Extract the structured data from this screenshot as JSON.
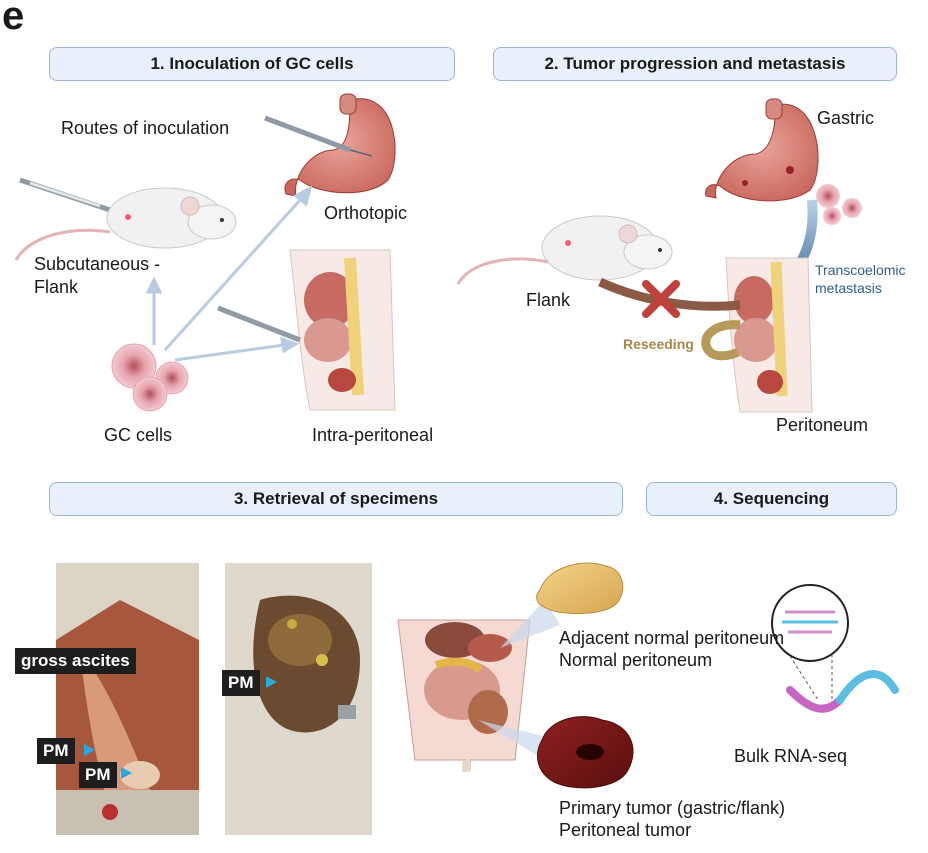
{
  "panel_letter": "e",
  "headers": {
    "h1": "1.  Inoculation of GC cells",
    "h2": "2. Tumor progression and metastasis",
    "h3": "3. Retrieval of specimens",
    "h4": "4. Sequencing"
  },
  "inoculation": {
    "routes": "Routes of inoculation",
    "subcutaneous": "Subcutaneous -",
    "flank": "Flank",
    "orthotopic": "Orthotopic",
    "gc_cells": "GC cells",
    "intraperitoneal": "Intra-peritoneal"
  },
  "progression": {
    "gastric": "Gastric",
    "flank": "Flank",
    "transcoelomic_1": "Transcoelomic",
    "transcoelomic_2": "metastasis",
    "reseeding": "Reseeding",
    "peritoneum": "Peritoneum"
  },
  "retrieval": {
    "gross_ascites": "gross ascites",
    "pm": "PM",
    "adjacent": "Adjacent normal peritoneum",
    "normal": "Normal peritoneum",
    "primary": "Primary tumor (gastric/flank)",
    "peritoneal": "Peritoneal tumor"
  },
  "sequencing": {
    "bulk": "Bulk RNA-seq"
  },
  "colors": {
    "header_fill": "#e8f0fb",
    "header_border": "#9db3d6",
    "transcoelomic": "#2f5f8a",
    "reseeding": "#a9884a",
    "pm_arrow": "#29a9e0"
  }
}
